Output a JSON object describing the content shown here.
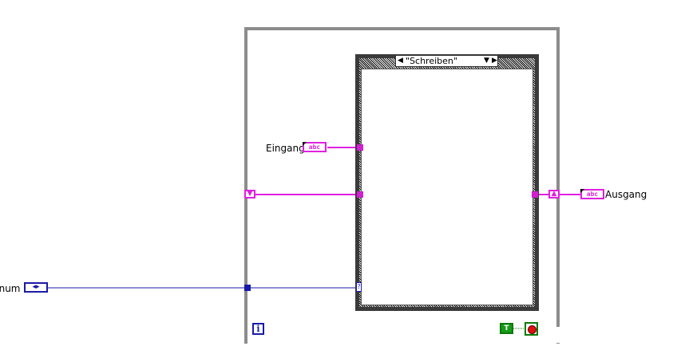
{
  "controls": {
    "enum_label": "Enum",
    "enum_glyph": "◂▸",
    "input_label": "Eingang",
    "output_label": "Ausgang",
    "string_glyph": "abc"
  },
  "case_structure": {
    "selector_value": "\"Schreiben\"",
    "prev_glyph": "◀",
    "next_glyph": "▶",
    "dropdown_glyph": "▼",
    "selector_terminal_glyph": "?"
  },
  "while_loop": {
    "iteration_glyph": "i",
    "bool_constant_glyph": "T"
  },
  "colors": {
    "string_wire": "#e020e0",
    "enum_wire": "#1a1aa8",
    "boolean": "#1a9a1a",
    "loop_frame": "#8c8c8c"
  }
}
